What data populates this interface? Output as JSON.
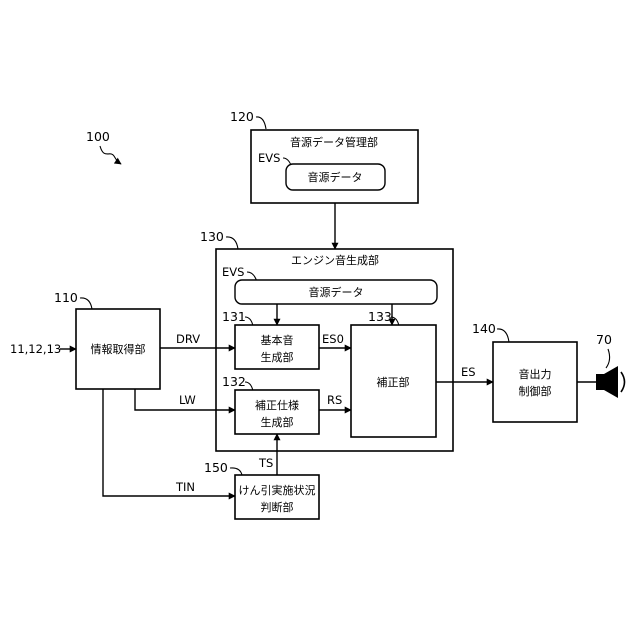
{
  "figure_number": "100",
  "blocks": {
    "info": {
      "ref": "110",
      "label": "情報取得部"
    },
    "source_mgmt": {
      "ref": "120",
      "label": "音源データ管理部",
      "tag": "EVS",
      "inner": "音源データ"
    },
    "engine": {
      "ref": "130",
      "label": "エンジン音生成部",
      "tag": "EVS",
      "inner": "音源データ"
    },
    "basic": {
      "ref": "131",
      "line1": "基本音",
      "line2": "生成部"
    },
    "spec": {
      "ref": "132",
      "line1": "補正仕様",
      "line2": "生成部"
    },
    "corr": {
      "ref": "133",
      "label": "補正部"
    },
    "output": {
      "ref": "140",
      "line1": "音出力",
      "line2": "制御部"
    },
    "towing": {
      "ref": "150",
      "line1": "けん引実施状況",
      "line2": "判断部"
    },
    "speaker": {
      "ref": "70"
    }
  },
  "inputs": "11,12,13",
  "signals": {
    "drv": "DRV",
    "lw": "LW",
    "tin": "TIN",
    "ts": "TS",
    "es0": "ES0",
    "rs": "RS",
    "es": "ES"
  }
}
